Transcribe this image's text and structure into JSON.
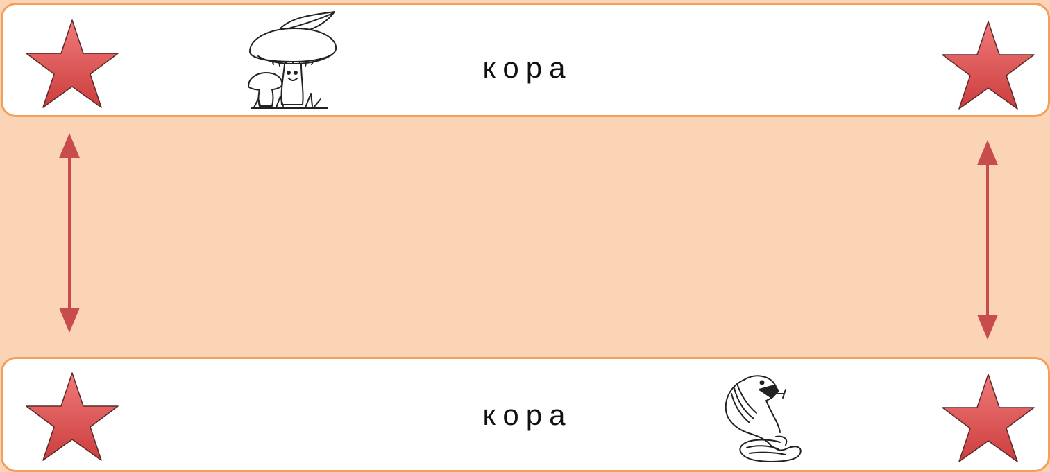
{
  "top_card": {
    "word": "кора",
    "image_icon": "mushroom-with-leaf-icon"
  },
  "bottom_card": {
    "word": "кора",
    "image_icon": "cobra-snake-icon"
  },
  "colors": {
    "background": "#fad4b4",
    "card_border": "#f4a05a",
    "card_fill": "#ffffff",
    "star_fill_light": "#f07a7a",
    "star_fill_dark": "#cc3d3d",
    "arrow": "#c84c4c"
  },
  "icons": {
    "star": "red-star-icon",
    "arrow": "double-headed-vertical-arrow"
  }
}
